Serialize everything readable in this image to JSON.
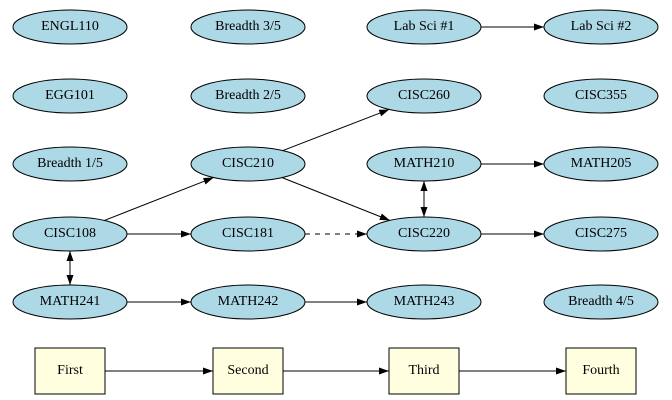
{
  "colors": {
    "course_fill": "#add8e6",
    "semester_fill": "#ffffe0",
    "stroke": "#000000"
  },
  "courses": {
    "engl110": "ENGL110",
    "breadth35": "Breadth 3/5",
    "labsci1": "Lab Sci #1",
    "labsci2": "Lab Sci #2",
    "egg101": "EGG101",
    "breadth25": "Breadth 2/5",
    "cisc260": "CISC260",
    "cisc355": "CISC355",
    "breadth15": "Breadth 1/5",
    "cisc210": "CISC210",
    "math210": "MATH210",
    "math205": "MATH205",
    "cisc108": "CISC108",
    "cisc181": "CISC181",
    "cisc220": "CISC220",
    "cisc275": "CISC275",
    "math241": "MATH241",
    "math242": "MATH242",
    "math243": "MATH243",
    "breadth45": "Breadth 4/5"
  },
  "semesters": {
    "first": "First",
    "second": "Second",
    "third": "Third",
    "fourth": "Fourth"
  },
  "edges": [
    {
      "from": "labsci1",
      "to": "labsci2",
      "style": "solid",
      "dir": "forward"
    },
    {
      "from": "cisc210",
      "to": "cisc260",
      "style": "solid",
      "dir": "forward"
    },
    {
      "from": "math210",
      "to": "math205",
      "style": "solid",
      "dir": "forward"
    },
    {
      "from": "cisc108",
      "to": "cisc210",
      "style": "solid",
      "dir": "forward"
    },
    {
      "from": "cisc210",
      "to": "cisc220",
      "style": "solid",
      "dir": "forward"
    },
    {
      "from": "math210",
      "to": "cisc220",
      "style": "solid",
      "dir": "both"
    },
    {
      "from": "cisc108",
      "to": "cisc181",
      "style": "solid",
      "dir": "forward"
    },
    {
      "from": "cisc181",
      "to": "cisc220",
      "style": "dashed",
      "dir": "forward"
    },
    {
      "from": "cisc220",
      "to": "cisc275",
      "style": "solid",
      "dir": "forward"
    },
    {
      "from": "cisc108",
      "to": "math241",
      "style": "solid",
      "dir": "both"
    },
    {
      "from": "math241",
      "to": "math242",
      "style": "solid",
      "dir": "forward"
    },
    {
      "from": "math242",
      "to": "math243",
      "style": "solid",
      "dir": "forward"
    },
    {
      "from": "first",
      "to": "second",
      "style": "solid",
      "dir": "forward"
    },
    {
      "from": "second",
      "to": "third",
      "style": "solid",
      "dir": "forward"
    },
    {
      "from": "third",
      "to": "fourth",
      "style": "solid",
      "dir": "forward"
    }
  ]
}
